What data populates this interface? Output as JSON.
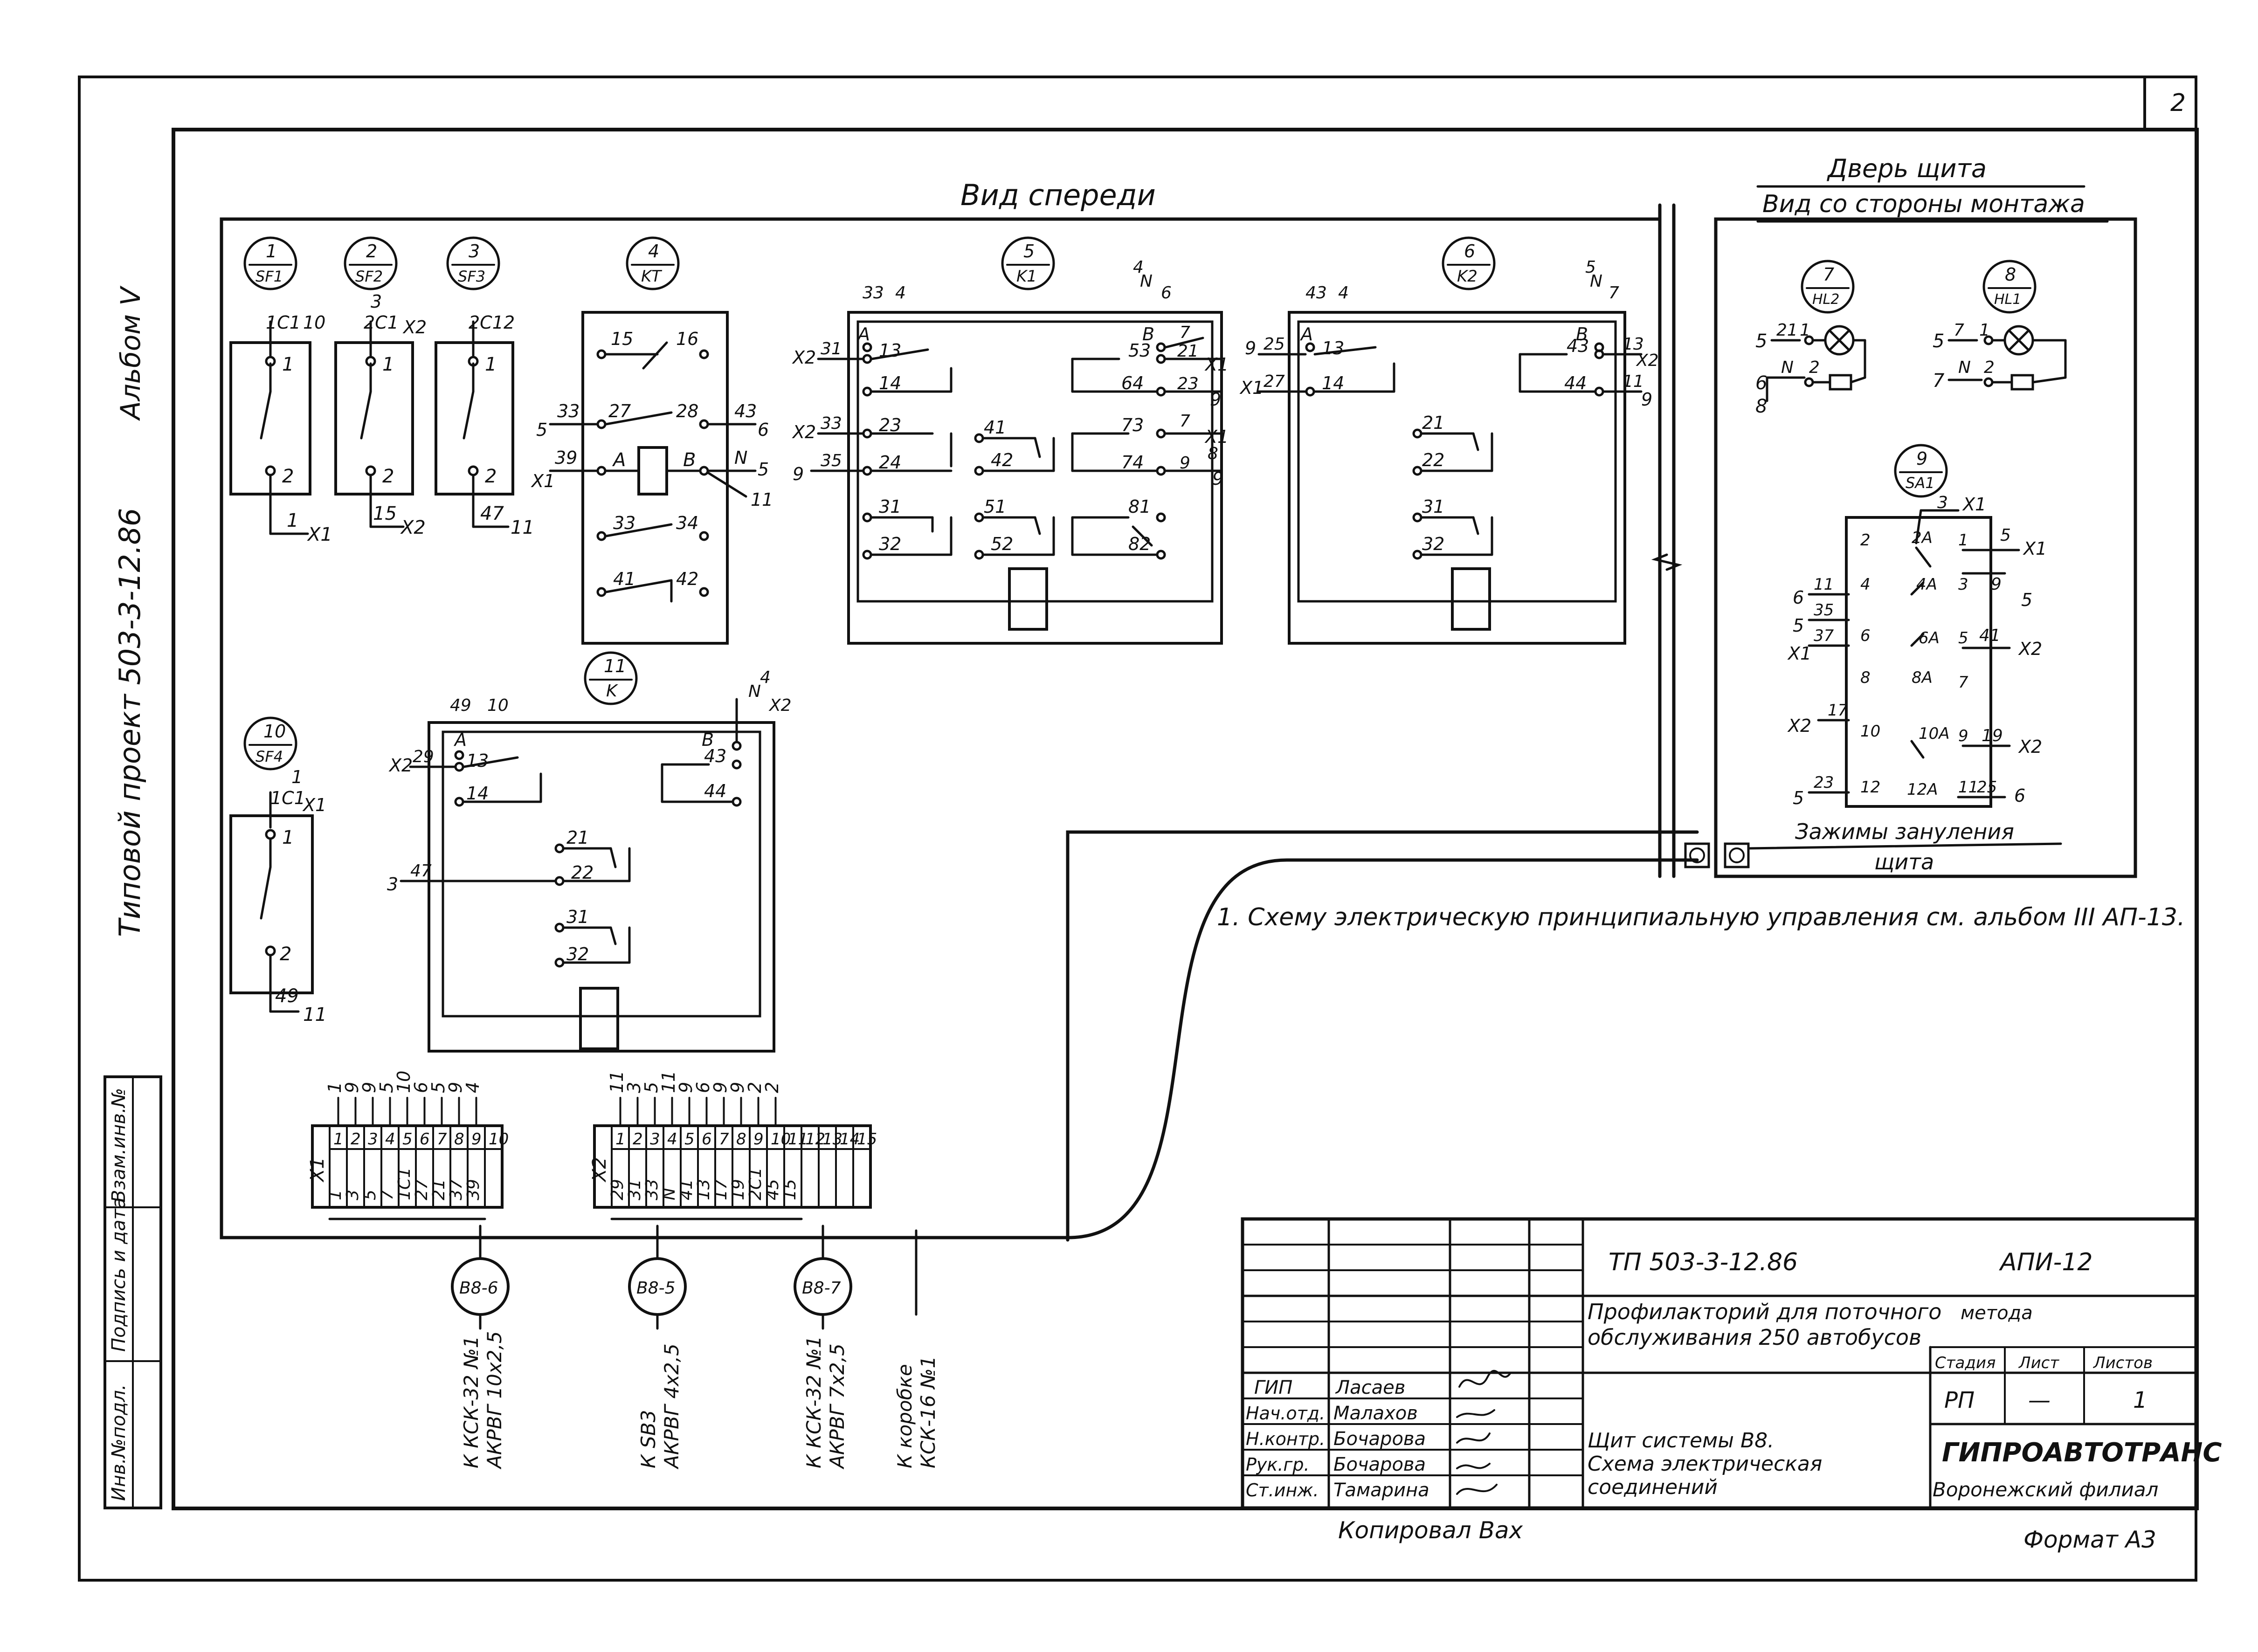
{
  "sheet_number": "2",
  "side_album": "Альбом V",
  "side_project": "Типовой проект 503-3-12.86",
  "front_view_title": "Вид спереди",
  "door_title": "Дверь щита",
  "door_subtitle": "Вид со стороны монтажа",
  "devices": {
    "sf1": {
      "num": "1",
      "name": "SF1",
      "top": "1C1",
      "top_wire": "10",
      "c1": "1",
      "c2": "2",
      "out": "1",
      "out_x": "X1"
    },
    "sf2": {
      "num": "2",
      "name": "SF2",
      "top": "2C1",
      "top_n": "3",
      "top_x": "X2",
      "c1": "1",
      "c2": "2",
      "out": "15",
      "out_x": "X2"
    },
    "sf3": {
      "num": "3",
      "name": "SF3",
      "top": "2C1",
      "top_n": "2",
      "c1": "1",
      "c2": "2",
      "out": "47",
      "out_n": "11"
    },
    "kt": {
      "num": "4",
      "name": "KT",
      "c15": "15",
      "c16": "16",
      "l5": "5",
      "w33": "33",
      "c27": "27",
      "c28": "28",
      "w43": "43",
      "r6": "6",
      "x1": "X1",
      "w39": "39",
      "a": "A",
      "b": "B",
      "n": "N",
      "r5": "5",
      "r11": "11",
      "c33": "33",
      "c34": "34",
      "c41": "41",
      "c42": "42"
    },
    "k1": {
      "num": "5",
      "name": "K1",
      "t33": "33",
      "t4": "4",
      "a": "A",
      "x2a": "X2",
      "w31": "31",
      "c13": "13",
      "c14": "14",
      "x2b": "X2",
      "w33": "33",
      "c23": "23",
      "l9": "9",
      "w35": "35",
      "c24": "24",
      "c31": "31",
      "c32": "32",
      "c41": "41",
      "c42": "42",
      "c51": "51",
      "c52": "52",
      "t4r": "4",
      "n": "N",
      "t6": "6",
      "b": "B",
      "c53": "53",
      "w7": "7",
      "w21": "21",
      "x1a": "X1",
      "c64": "64",
      "w23": "23",
      "r9": "9",
      "c73": "73",
      "w7b": "7",
      "x1b": "X1",
      "c74": "74",
      "w9": "9",
      "w8": "8",
      "r9b": "9",
      "c81": "81",
      "c82": "82"
    },
    "k2": {
      "num": "6",
      "name": "K2",
      "t43": "43",
      "t4": "4",
      "a": "A",
      "l9": "9",
      "w25": "25",
      "c13": "13",
      "x1": "X1",
      "w27": "27",
      "c14": "14",
      "c21": "21",
      "c22": "22",
      "c31": "31",
      "c32": "32",
      "t5": "5",
      "n": "N",
      "t7": "7",
      "b": "B",
      "c43": "43",
      "w13": "13",
      "x2": "X2",
      "c44": "44",
      "w11": "11",
      "r9": "9"
    },
    "hl2": {
      "num": "7",
      "name": "HL2",
      "l5": "5",
      "w21": "21",
      "c1": "1",
      "l6": "6",
      "n": "N",
      "c2": "2",
      "l8": "8"
    },
    "hl1": {
      "num": "8",
      "name": "HL1",
      "l5": "5",
      "w7": "7",
      "c1": "1",
      "l7": "7",
      "n": "N",
      "c2": "2"
    },
    "sa1": {
      "num": "9",
      "name": "SA1",
      "top": "3",
      "top_x": "X1",
      "c2": "2",
      "c2a": "2A",
      "c1": "1",
      "w5": "5",
      "x1": "X1",
      "l6": "6",
      "w11": "11",
      "c4": "4",
      "c4a": "4A",
      "c3": "3",
      "w9": "9",
      "r5": "5",
      "l5": "5",
      "w35": "35",
      "lx1": "X1",
      "w37": "37",
      "c6": "6",
      "c6a": "6A",
      "c5": "5",
      "w41": "41",
      "rx2": "X2",
      "c8": "8",
      "c8a": "8A",
      "c7": "7",
      "lx2": "X2",
      "w17": "17",
      "c10": "10",
      "c10a": "10A",
      "c9": "9",
      "w19": "19",
      "rx2b": "X2",
      "lb5": "5",
      "w23": "23",
      "c12": "12",
      "c12a": "12A",
      "c11": "11",
      "w25": "25",
      "r6": "6"
    },
    "sf4": {
      "num": "10",
      "name": "SF4",
      "top": "1C1",
      "top_n": "1",
      "top_x": "X1",
      "c1": "1",
      "c2": "2",
      "out": "49",
      "out_n": "11"
    },
    "k": {
      "num": "11",
      "name": "K",
      "t49": "49",
      "t10": "10",
      "a": "A",
      "x2": "X2",
      "w29": "29",
      "c13": "13",
      "c14": "14",
      "c21": "21",
      "l3": "3",
      "w47": "47",
      "c22": "22",
      "c31": "31",
      "c32": "32",
      "t4": "4",
      "n": "N",
      "tx2": "X2",
      "b": "B",
      "c43": "43",
      "c44": "44"
    }
  },
  "grounding": {
    "line1": "Зажимы зануления",
    "line2": "щита"
  },
  "note": "1. Схему электрическую принципиальную управления см. альбом III АП-13.",
  "terminal_block_x1": {
    "label": "X1",
    "wires_top": [
      "1",
      "9",
      "9",
      "5",
      "10",
      "6",
      "5",
      "9",
      "4"
    ],
    "positions": [
      "1",
      "2",
      "3",
      "4",
      "5",
      "6",
      "7",
      "8",
      "9",
      "10"
    ],
    "inner": [
      "1",
      "3",
      "5",
      "7",
      "1C1",
      "27",
      "21",
      "37",
      "39"
    ]
  },
  "terminal_block_x2": {
    "label": "X2",
    "wires_top": [
      "11",
      "3",
      "5",
      "11",
      "9",
      "6",
      "9",
      "9",
      "2",
      "2"
    ],
    "positions": [
      "1",
      "2",
      "3",
      "4",
      "5",
      "6",
      "7",
      "8",
      "9",
      "10",
      "11",
      "12",
      "13",
      "14",
      "15"
    ],
    "inner": [
      "29",
      "31",
      "33",
      "N",
      "41",
      "13",
      "17",
      "19",
      "2C1",
      "45",
      "15"
    ]
  },
  "cables": [
    {
      "id": "B8-6",
      "l1": "К КСК-32 №1",
      "l2": "АКРВГ 10х2,5"
    },
    {
      "id": "B8-5",
      "l1": "К SB3",
      "l2": "АКРВГ 4х2,5"
    },
    {
      "id": "B8-7",
      "l1": "К КСК-32 №1",
      "l2": "АКРВГ 7х2,5"
    },
    {
      "id": "",
      "l1": "К коробке",
      "l2": "КСК-16 №1"
    }
  ],
  "side_stamp": [
    "Инв.№подл.",
    "Подпись и дата",
    "Взам.инв.№"
  ],
  "title_block": {
    "doc_code": "ТП 503-3-12.86",
    "sheet_code": "АПИ-12",
    "project_name_1": "Профилакторий для поточного",
    "project_name_1b": "метода",
    "project_name_2": "обслуживания 250 автобусов",
    "roles": [
      "ГИП",
      "Нач.отд.",
      "Н.контр.",
      "Рук.гр.",
      "Ст.инж."
    ],
    "names": [
      "Ласаев",
      "Малахов",
      "Бочарова",
      "Бочарова",
      "Тамарина"
    ],
    "drawing_title_1": "Щит системы В8.",
    "drawing_title_2": "Схема электрическая",
    "drawing_title_3": "соединений",
    "col_stage": "Стадия",
    "col_sheet": "Лист",
    "col_sheets": "Листов",
    "stage": "РП",
    "sheet": "—",
    "sheets": "1",
    "org_1": "ГИПРОАВТОТРАНС",
    "org_2": "Воронежский филиал"
  },
  "copied_by": "Копировал Вах",
  "format": "Формат А3"
}
